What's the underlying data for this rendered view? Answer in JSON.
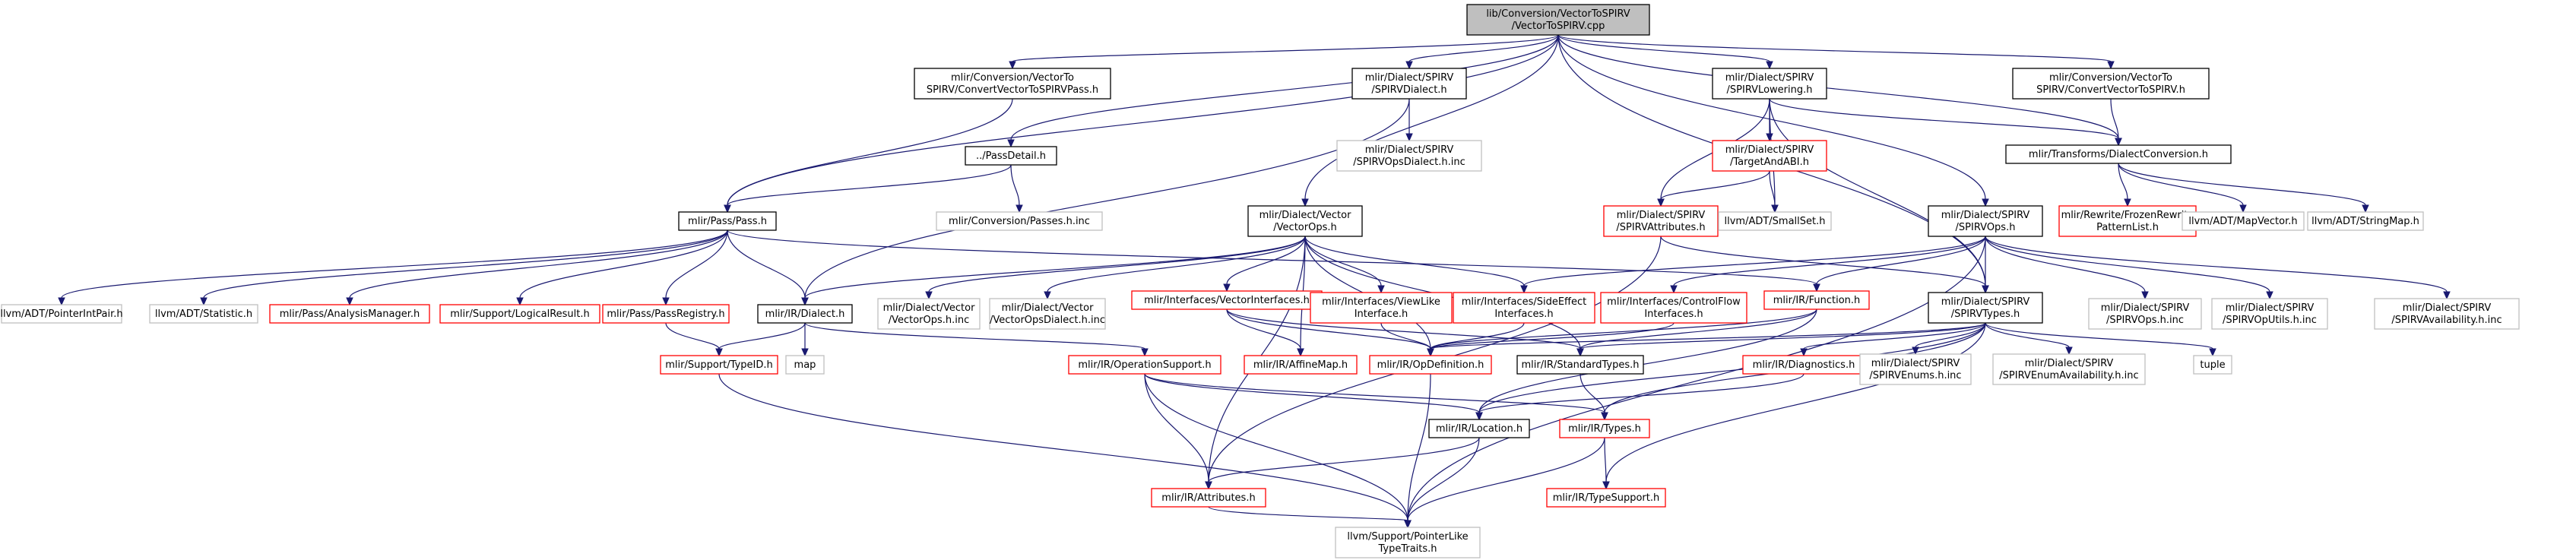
{
  "colors": {
    "edge": "#191970",
    "root_fill": "#bfbfbf",
    "root_border": "#000000",
    "plain_border": "#000000",
    "missing_border": "#ff0000",
    "external_border": "#bfbfbf"
  },
  "nodes": [
    {
      "id": "root",
      "lines": [
        "lib/Conversion/VectorToSPIRV",
        "/VectorToSPIRV.cpp"
      ],
      "style": "root"
    },
    {
      "id": "convpass",
      "lines": [
        "mlir/Conversion/VectorTo",
        "SPIRV/ConvertVectorToSPIRVPass.h"
      ],
      "style": "plain"
    },
    {
      "id": "spirvdialect",
      "lines": [
        "mlir/Dialect/SPIRV",
        "/SPIRVDialect.h"
      ],
      "style": "plain"
    },
    {
      "id": "lowering",
      "lines": [
        "mlir/Dialect/SPIRV",
        "/SPIRVLowering.h"
      ],
      "style": "plain"
    },
    {
      "id": "convh",
      "lines": [
        "mlir/Conversion/VectorTo",
        "SPIRV/ConvertVectorToSPIRV.h"
      ],
      "style": "plain"
    },
    {
      "id": "passdetail",
      "lines": [
        "../PassDetail.h"
      ],
      "style": "plain"
    },
    {
      "id": "opsdialectinc",
      "lines": [
        "mlir/Dialect/SPIRV",
        "/SPIRVOpsDialect.h.inc"
      ],
      "style": "external"
    },
    {
      "id": "targetabi",
      "lines": [
        "mlir/Dialect/SPIRV",
        "/TargetAndABI.h"
      ],
      "style": "missing"
    },
    {
      "id": "dialectconv",
      "lines": [
        "mlir/Transforms/DialectConversion.h"
      ],
      "style": "plain"
    },
    {
      "id": "passes",
      "lines": [
        "mlir/Conversion/Passes.h.inc"
      ],
      "style": "external"
    },
    {
      "id": "passh",
      "lines": [
        "mlir/Pass/Pass.h"
      ],
      "style": "plain"
    },
    {
      "id": "vectorops",
      "lines": [
        "mlir/Dialect/Vector",
        "/VectorOps.h"
      ],
      "style": "plain"
    },
    {
      "id": "spirvattr",
      "lines": [
        "mlir/Dialect/SPIRV",
        "/SPIRVAttributes.h"
      ],
      "style": "missing"
    },
    {
      "id": "smallset",
      "lines": [
        "llvm/ADT/SmallSet.h"
      ],
      "style": "external"
    },
    {
      "id": "spirvops",
      "lines": [
        "mlir/Dialect/SPIRV",
        "/SPIRVOps.h"
      ],
      "style": "plain"
    },
    {
      "id": "frozen",
      "lines": [
        "mlir/Rewrite/FrozenRewrite",
        "PatternList.h"
      ],
      "style": "missing"
    },
    {
      "id": "mapvector",
      "lines": [
        "llvm/ADT/MapVector.h"
      ],
      "style": "external"
    },
    {
      "id": "stringmap",
      "lines": [
        "llvm/ADT/StringMap.h"
      ],
      "style": "external"
    },
    {
      "id": "pointerintpair",
      "lines": [
        "llvm/ADT/PointerIntPair.h"
      ],
      "style": "external"
    },
    {
      "id": "statistic",
      "lines": [
        "llvm/ADT/Statistic.h"
      ],
      "style": "external"
    },
    {
      "id": "analysismgr",
      "lines": [
        "mlir/Pass/AnalysisManager.h"
      ],
      "style": "missing"
    },
    {
      "id": "logicalresult",
      "lines": [
        "mlir/Support/LogicalResult.h"
      ],
      "style": "missing"
    },
    {
      "id": "passregistry",
      "lines": [
        "mlir/Pass/PassRegistry.h"
      ],
      "style": "missing"
    },
    {
      "id": "irdialect",
      "lines": [
        "mlir/IR/Dialect.h"
      ],
      "style": "plain"
    },
    {
      "id": "vectoropsinc",
      "lines": [
        "mlir/Dialect/Vector",
        "/VectorOps.h.inc"
      ],
      "style": "external"
    },
    {
      "id": "vectoropsdialectinc",
      "lines": [
        "mlir/Dialect/Vector",
        "/VectorOpsDialect.h.inc"
      ],
      "style": "external"
    },
    {
      "id": "vectorinterfaces",
      "lines": [
        "mlir/Interfaces/VectorInterfaces.h"
      ],
      "style": "missing"
    },
    {
      "id": "viewlike",
      "lines": [
        "mlir/Interfaces/ViewLike",
        "Interface.h"
      ],
      "style": "missing"
    },
    {
      "id": "sideeffect",
      "lines": [
        "mlir/Interfaces/SideEffect",
        "Interfaces.h"
      ],
      "style": "missing"
    },
    {
      "id": "controlflow",
      "lines": [
        "mlir/Interfaces/ControlFlow",
        "Interfaces.h"
      ],
      "style": "missing"
    },
    {
      "id": "function",
      "lines": [
        "mlir/IR/Function.h"
      ],
      "style": "missing"
    },
    {
      "id": "spirvtypes",
      "lines": [
        "mlir/Dialect/SPIRV",
        "/SPIRVTypes.h"
      ],
      "style": "plain"
    },
    {
      "id": "spirvopsinc",
      "lines": [
        "mlir/Dialect/SPIRV",
        "/SPIRVOps.h.inc"
      ],
      "style": "external"
    },
    {
      "id": "spirvoputils",
      "lines": [
        "mlir/Dialect/SPIRV",
        "/SPIRVOpUtils.h.inc"
      ],
      "style": "external"
    },
    {
      "id": "spirvavail",
      "lines": [
        "mlir/Dialect/SPIRV",
        "/SPIRVAvailability.h.inc"
      ],
      "style": "external"
    },
    {
      "id": "typeid",
      "lines": [
        "mlir/Support/TypeID.h"
      ],
      "style": "missing"
    },
    {
      "id": "map",
      "lines": [
        "map"
      ],
      "style": "external"
    },
    {
      "id": "opsupport",
      "lines": [
        "mlir/IR/OperationSupport.h"
      ],
      "style": "missing"
    },
    {
      "id": "affinemap",
      "lines": [
        "mlir/IR/AffineMap.h"
      ],
      "style": "missing"
    },
    {
      "id": "opdef",
      "lines": [
        "mlir/IR/OpDefinition.h"
      ],
      "style": "missing"
    },
    {
      "id": "stdtypes",
      "lines": [
        "mlir/IR/StandardTypes.h"
      ],
      "style": "plain"
    },
    {
      "id": "diagnostics",
      "lines": [
        "mlir/IR/Diagnostics.h"
      ],
      "style": "missing"
    },
    {
      "id": "spirvenums",
      "lines": [
        "mlir/Dialect/SPIRV",
        "/SPIRVEnums.h.inc"
      ],
      "style": "external"
    },
    {
      "id": "spirvenumavail",
      "lines": [
        "mlir/Dialect/SPIRV",
        "/SPIRVEnumAvailability.h.inc"
      ],
      "style": "external"
    },
    {
      "id": "tuple",
      "lines": [
        "tuple"
      ],
      "style": "external"
    },
    {
      "id": "location",
      "lines": [
        "mlir/IR/Location.h"
      ],
      "style": "plain"
    },
    {
      "id": "types",
      "lines": [
        "mlir/IR/Types.h"
      ],
      "style": "missing"
    },
    {
      "id": "attributes",
      "lines": [
        "mlir/IR/Attributes.h"
      ],
      "style": "missing"
    },
    {
      "id": "typesupport",
      "lines": [
        "mlir/IR/TypeSupport.h"
      ],
      "style": "missing"
    },
    {
      "id": "pointerlike",
      "lines": [
        "llvm/Support/PointerLike",
        "TypeTraits.h"
      ],
      "style": "external"
    }
  ],
  "edges": [
    [
      "root",
      "convpass"
    ],
    [
      "root",
      "spirvdialect"
    ],
    [
      "root",
      "lowering"
    ],
    [
      "root",
      "convh"
    ],
    [
      "root",
      "passdetail"
    ],
    [
      "root",
      "passh"
    ],
    [
      "root",
      "vectorops"
    ],
    [
      "root",
      "spirvops"
    ],
    [
      "root",
      "dialectconv"
    ],
    [
      "root",
      "spirvtypes"
    ],
    [
      "convpass",
      "passh"
    ],
    [
      "spirvdialect",
      "opsdialectinc"
    ],
    [
      "spirvdialect",
      "irdialect"
    ],
    [
      "lowering",
      "targetabi"
    ],
    [
      "lowering",
      "spirvattr"
    ],
    [
      "lowering",
      "smallset"
    ],
    [
      "lowering",
      "dialectconv"
    ],
    [
      "lowering",
      "spirvtypes"
    ],
    [
      "targetabi",
      "spirvattr"
    ],
    [
      "targetabi",
      "smallset"
    ],
    [
      "convh",
      "dialectconv"
    ],
    [
      "passdetail",
      "passes"
    ],
    [
      "passdetail",
      "passh"
    ],
    [
      "dialectconv",
      "frozen"
    ],
    [
      "dialectconv",
      "mapvector"
    ],
    [
      "dialectconv",
      "stringmap"
    ],
    [
      "passh",
      "pointerintpair"
    ],
    [
      "passh",
      "statistic"
    ],
    [
      "passh",
      "analysismgr"
    ],
    [
      "passh",
      "logicalresult"
    ],
    [
      "passh",
      "passregistry"
    ],
    [
      "passh",
      "irdialect"
    ],
    [
      "passh",
      "function"
    ],
    [
      "passregistry",
      "typeid"
    ],
    [
      "vectorops",
      "irdialect"
    ],
    [
      "vectorops",
      "vectoropsinc"
    ],
    [
      "vectorops",
      "vectoropsdialectinc"
    ],
    [
      "vectorops",
      "vectorinterfaces"
    ],
    [
      "vectorops",
      "viewlike"
    ],
    [
      "vectorops",
      "sideeffect"
    ],
    [
      "vectorops",
      "affinemap"
    ],
    [
      "vectorops",
      "opdef"
    ],
    [
      "vectorops",
      "attributes"
    ],
    [
      "vectorops",
      "stdtypes"
    ],
    [
      "spirvattr",
      "spirvtypes"
    ],
    [
      "spirvattr",
      "attributes"
    ],
    [
      "spirvops",
      "controlflow"
    ],
    [
      "spirvops",
      "function"
    ],
    [
      "spirvops",
      "spirvtypes"
    ],
    [
      "spirvops",
      "spirvopsinc"
    ],
    [
      "spirvops",
      "spirvoputils"
    ],
    [
      "spirvops",
      "spirvavail"
    ],
    [
      "spirvops",
      "sideeffect"
    ],
    [
      "spirvops",
      "pointerlike"
    ],
    [
      "irdialect",
      "typeid"
    ],
    [
      "irdialect",
      "map"
    ],
    [
      "irdialect",
      "opsupport"
    ],
    [
      "vectorinterfaces",
      "affinemap"
    ],
    [
      "vectorinterfaces",
      "opdef"
    ],
    [
      "vectorinterfaces",
      "stdtypes"
    ],
    [
      "viewlike",
      "opdef"
    ],
    [
      "sideeffect",
      "opdef"
    ],
    [
      "controlflow",
      "opdef"
    ],
    [
      "function",
      "opdef"
    ],
    [
      "function",
      "stdtypes"
    ],
    [
      "function",
      "location"
    ],
    [
      "spirvtypes",
      "stdtypes"
    ],
    [
      "spirvtypes",
      "diagnostics"
    ],
    [
      "spirvtypes",
      "spirvenums"
    ],
    [
      "spirvtypes",
      "spirvenumavail"
    ],
    [
      "spirvtypes",
      "tuple"
    ],
    [
      "spirvtypes",
      "location"
    ],
    [
      "spirvtypes",
      "types"
    ],
    [
      "spirvtypes",
      "typesupport"
    ],
    [
      "spirvtypes",
      "opdef"
    ],
    [
      "typeid",
      "pointerlike"
    ],
    [
      "opsupport",
      "attributes"
    ],
    [
      "opsupport",
      "location"
    ],
    [
      "opsupport",
      "types"
    ],
    [
      "opsupport",
      "pointerlike"
    ],
    [
      "opdef",
      "pointerlike"
    ],
    [
      "stdtypes",
      "types"
    ],
    [
      "diagnostics",
      "location"
    ],
    [
      "location",
      "attributes"
    ],
    [
      "location",
      "pointerlike"
    ],
    [
      "types",
      "typesupport"
    ],
    [
      "types",
      "pointerlike"
    ],
    [
      "attributes",
      "pointerlike"
    ]
  ]
}
